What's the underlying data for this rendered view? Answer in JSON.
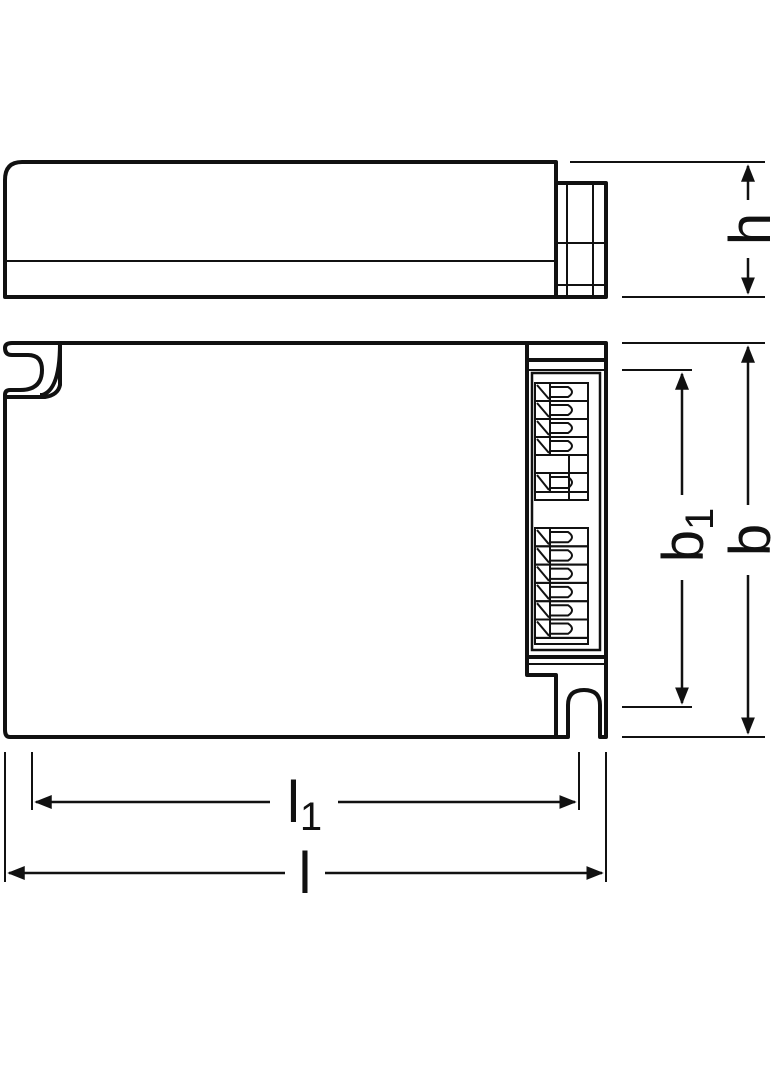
{
  "labels": {
    "h": "h",
    "b1": {
      "base": "b",
      "sub": "1"
    },
    "b": "b",
    "l1": {
      "base": "l",
      "sub": "1"
    },
    "l": "l"
  },
  "terminals": {
    "upper_group": 5,
    "lower_group": 6
  },
  "colors": {
    "line": "#111111",
    "background": "#ffffff"
  }
}
